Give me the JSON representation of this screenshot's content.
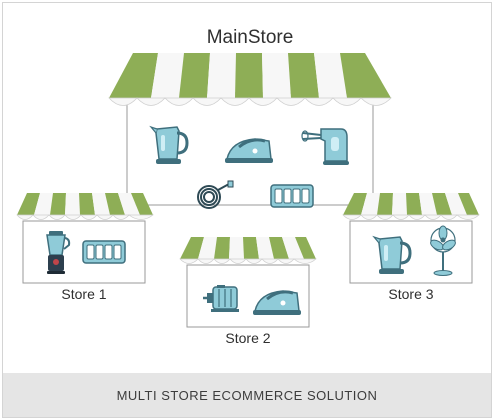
{
  "main_store": {
    "label": "MainStore"
  },
  "stores": [
    {
      "label": "Store 1"
    },
    {
      "label": "Store 2"
    },
    {
      "label": "Store 3"
    }
  ],
  "footer": {
    "caption": "MULTI STORE ECOMMERCE SOLUTION"
  },
  "colors": {
    "awning_green": "#8eae56",
    "awning_white": "#f7f7f7",
    "appliance_blue": "#8fcbd8",
    "appliance_dark": "#3f6f7d",
    "outline": "#888888",
    "footer_bg": "#e5e5e5"
  },
  "icons": [
    "kettle-icon",
    "iron-icon",
    "hand-mixer-icon",
    "cable-coil-icon",
    "power-strip-icon",
    "blender-icon",
    "motor-icon",
    "fan-icon"
  ]
}
